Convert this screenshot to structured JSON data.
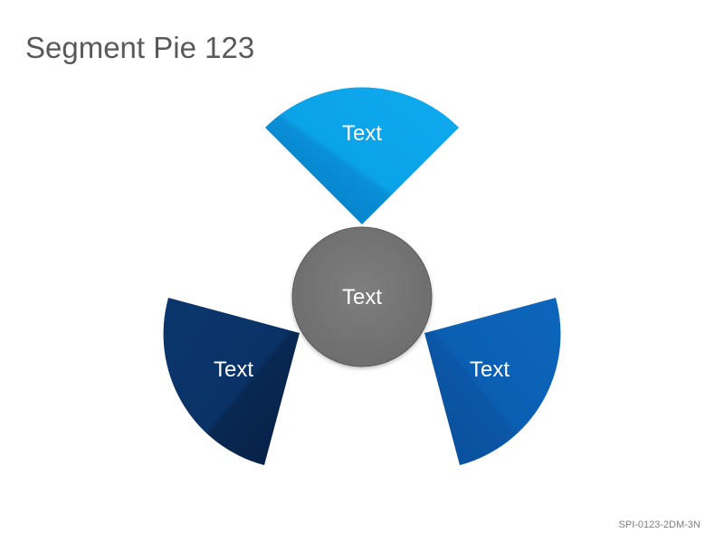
{
  "title": "Segment Pie 123",
  "footer_code": "SPI-0123-2DM-3N",
  "diagram": {
    "center": {
      "label": "Text",
      "color": "#767676"
    },
    "segments": [
      {
        "label": "Text",
        "color": "#0aa3e8",
        "position": "top"
      },
      {
        "label": "Text",
        "color": "#0b5fb3",
        "position": "bottom-right"
      },
      {
        "label": "Text",
        "color": "#0a3266",
        "position": "bottom-left"
      }
    ]
  }
}
